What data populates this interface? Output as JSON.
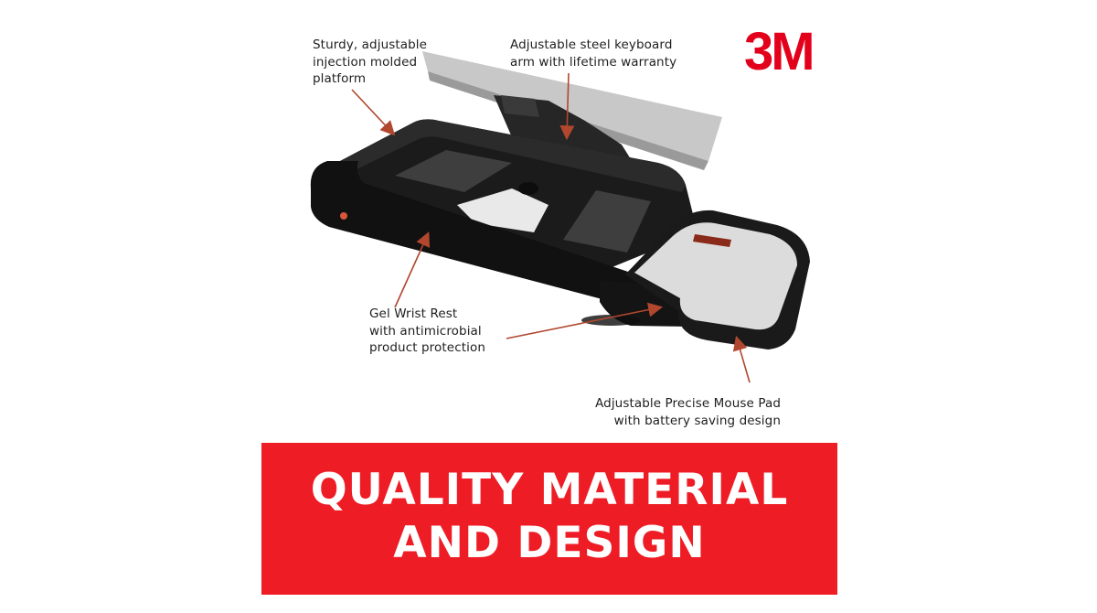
{
  "brand": {
    "logo_text": "3M",
    "color": "#e3001b"
  },
  "callouts": {
    "platform": {
      "lines": [
        "Sturdy, adjustable",
        "injection molded",
        "platform"
      ]
    },
    "arm": {
      "lines": [
        "Adjustable steel keyboard",
        "arm with lifetime warranty"
      ]
    },
    "wrist_rest": {
      "lines": [
        "Gel Wrist Rest",
        "with antimicrobial",
        "product protection"
      ]
    },
    "mouse_pad": {
      "lines": [
        "Adjustable Precise Mouse Pad",
        "with battery saving design"
      ]
    }
  },
  "banner": {
    "lines": [
      "QUALITY MATERIAL",
      "AND DESIGN"
    ],
    "background": "#ee1c25",
    "text_color": "#ffffff"
  },
  "arrow_color": "#b0472e"
}
